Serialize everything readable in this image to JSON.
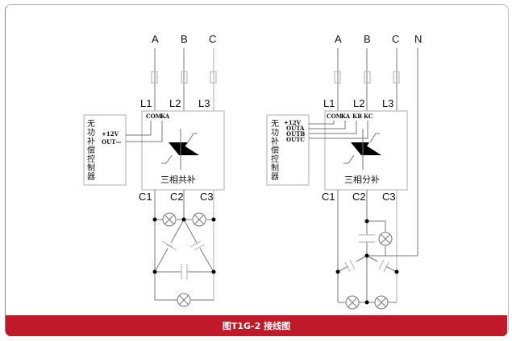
{
  "caption": "图T1G-2  接线图",
  "left": {
    "phases": [
      "A",
      "B",
      "C"
    ],
    "lines": [
      "L1",
      "L2",
      "L3"
    ],
    "outputs": [
      "C1",
      "C2",
      "C3"
    ],
    "controller": [
      "无",
      "功",
      "补",
      "偿",
      "控",
      "制",
      "器"
    ],
    "ctrl_pins": [
      "+12V",
      "OUT—"
    ],
    "module_pins": [
      "COM",
      "KA"
    ],
    "module_label": "三相共补"
  },
  "right": {
    "phases": [
      "A",
      "B",
      "C",
      "N"
    ],
    "lines": [
      "L1",
      "L2",
      "L3"
    ],
    "outputs": [
      "C1",
      "C2",
      "C3"
    ],
    "controller": [
      "无",
      "功",
      "补",
      "偿",
      "控",
      "制",
      "器"
    ],
    "ctrl_pins": [
      "+12V",
      "OUTA",
      "OUTB",
      "OUTC"
    ],
    "module_pins": [
      "COM",
      "KA",
      "KB",
      "KC"
    ],
    "module_label": "三相分补"
  }
}
